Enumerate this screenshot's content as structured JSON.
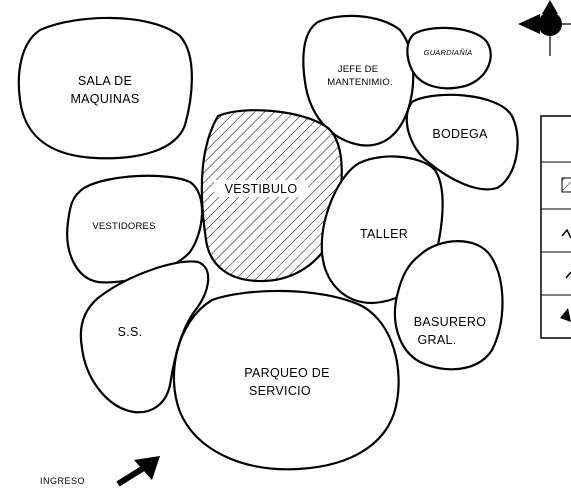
{
  "diagram": {
    "spaces": {
      "sala_maquinas": [
        "SALA DE",
        "MAQUINAS"
      ],
      "jefe_mantenimiento": [
        "JEFE DE",
        "MANTENIMIO."
      ],
      "guardiania": "GUARDIAÑÍA",
      "bodega": "BODEGA",
      "vestibulo": "VESTIBULO",
      "vestidores": "VESTIDORES",
      "taller": "TALLER",
      "ss": "S.S.",
      "basurero": [
        "BASURERO",
        "GRAL."
      ],
      "parqueo": [
        "PARQUEO DE",
        "SERVICIO"
      ]
    },
    "ingreso_label": "INGRESO",
    "colors": {
      "line": "#000000",
      "background": "#ffffff",
      "hatch": "#000000"
    },
    "icons": [
      "north-arrow-icon",
      "ingreso-arrow-icon",
      "legend-hatch-swatch-icon"
    ]
  }
}
